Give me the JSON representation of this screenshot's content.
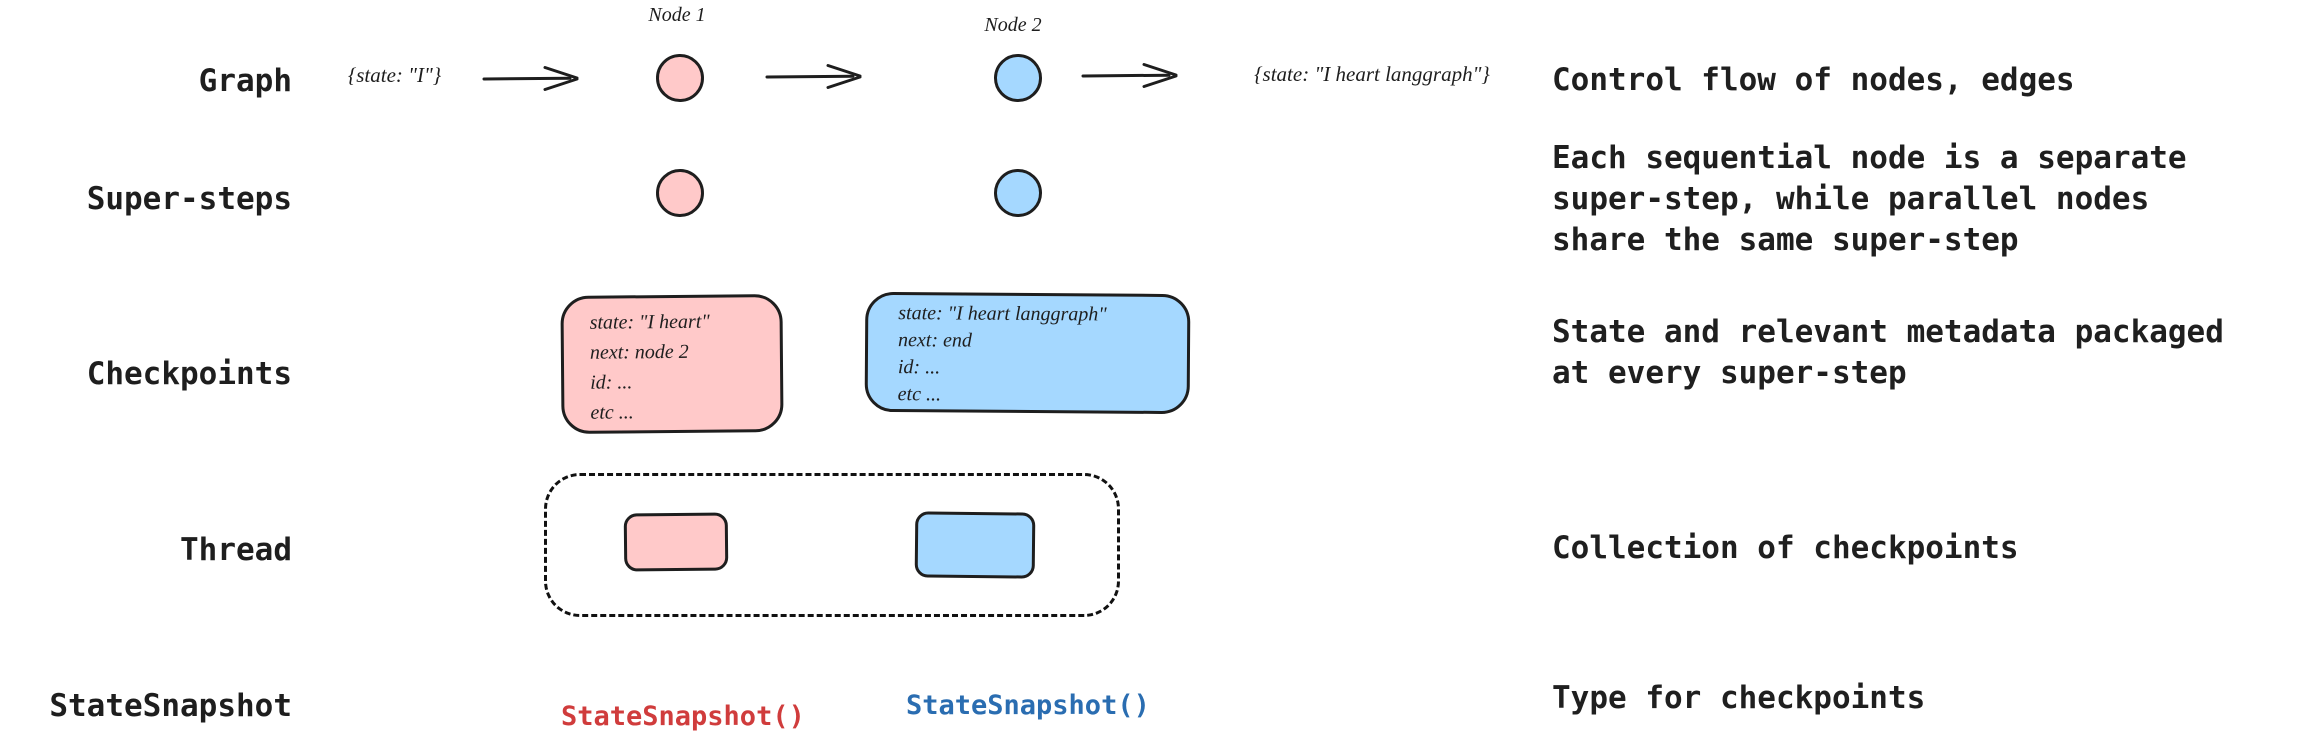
{
  "rows": {
    "graph": {
      "label": "Graph",
      "input_state": "{state: \"I\"}",
      "node1_label": "Node 1",
      "node2_label": "Node 2",
      "output_state": "{state: \"I heart langgraph\"}",
      "description": "Control flow of nodes, edges"
    },
    "super_steps": {
      "label": "Super-steps",
      "description_lines": [
        "Each sequential node is a separate",
        "super-step, while parallel nodes",
        "share the same super-step"
      ]
    },
    "checkpoints": {
      "label": "Checkpoints",
      "pink_checkpoint_lines": [
        "state: \"I heart\"",
        "next: node 2",
        "id: ...",
        "etc ..."
      ],
      "blue_checkpoint_lines": [
        "state: \"I heart langgraph\"",
        "next: end",
        "id: ...",
        "etc ..."
      ],
      "description_lines": [
        "State and relevant metadata packaged",
        "at every super-step"
      ]
    },
    "thread": {
      "label": "Thread",
      "description": "Collection of checkpoints"
    },
    "state_snapshot": {
      "label": "StateSnapshot",
      "pink_call": "StateSnapshot()",
      "blue_call": "StateSnapshot()",
      "description": "Type for checkpoints"
    }
  },
  "colors": {
    "node_pink": "#ffc9c9",
    "node_blue": "#a5d8ff",
    "outline": "#1e1e1e",
    "red_code_text": "#d03c3c",
    "blue_code_text": "#2a6db1",
    "background": "#ffffff"
  }
}
